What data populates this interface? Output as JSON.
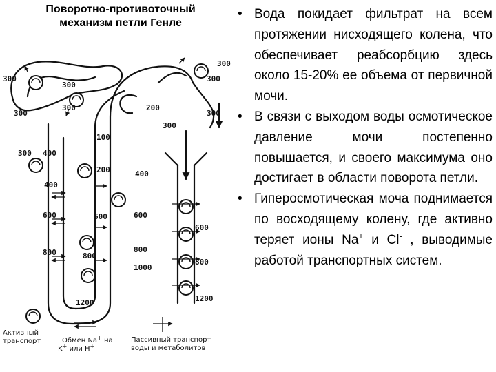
{
  "title": {
    "line1": "Поворотно-противоточный",
    "line2": "механизм петли Генле"
  },
  "diagram": {
    "osmolarity_labels": [
      "300",
      "300",
      "300",
      "300",
      "300",
      "300",
      "300",
      "300",
      "200",
      "300",
      "100",
      "200",
      "400",
      "400",
      "400",
      "600",
      "600",
      "600",
      "600",
      "800",
      "800",
      "800",
      "800",
      "1000",
      "1200",
      "1200"
    ],
    "legend": {
      "active_transport": "Активный транспорт",
      "exchange": "Обмен Na на K или H",
      "exchange_ion_plus": "+",
      "passive_transport": "Пассивный транспорт воды и метаболитов"
    }
  },
  "bullets": [
    {
      "text": "Вода покидает фильтрат на всем протяжении нисходящего колена, что обеспечивает реабсорбцию здесь около 15-20% ее объема от первичной мочи."
    },
    {
      "text": "В связи с выходом воды осмотическое давление мочи постепенно повышается, и своего максимума оно достигает в области поворота петли."
    },
    {
      "part1": "Гиперосмотическая моча поднимается по восходящему колену, где активно теряет ионы Na",
      "sup1": "+",
      "part2": " и Cl",
      "sup2": "-",
      "part3": " , выводимые работой транспортных систем."
    }
  ],
  "colors": {
    "text": "#000000",
    "background": "#ffffff"
  }
}
